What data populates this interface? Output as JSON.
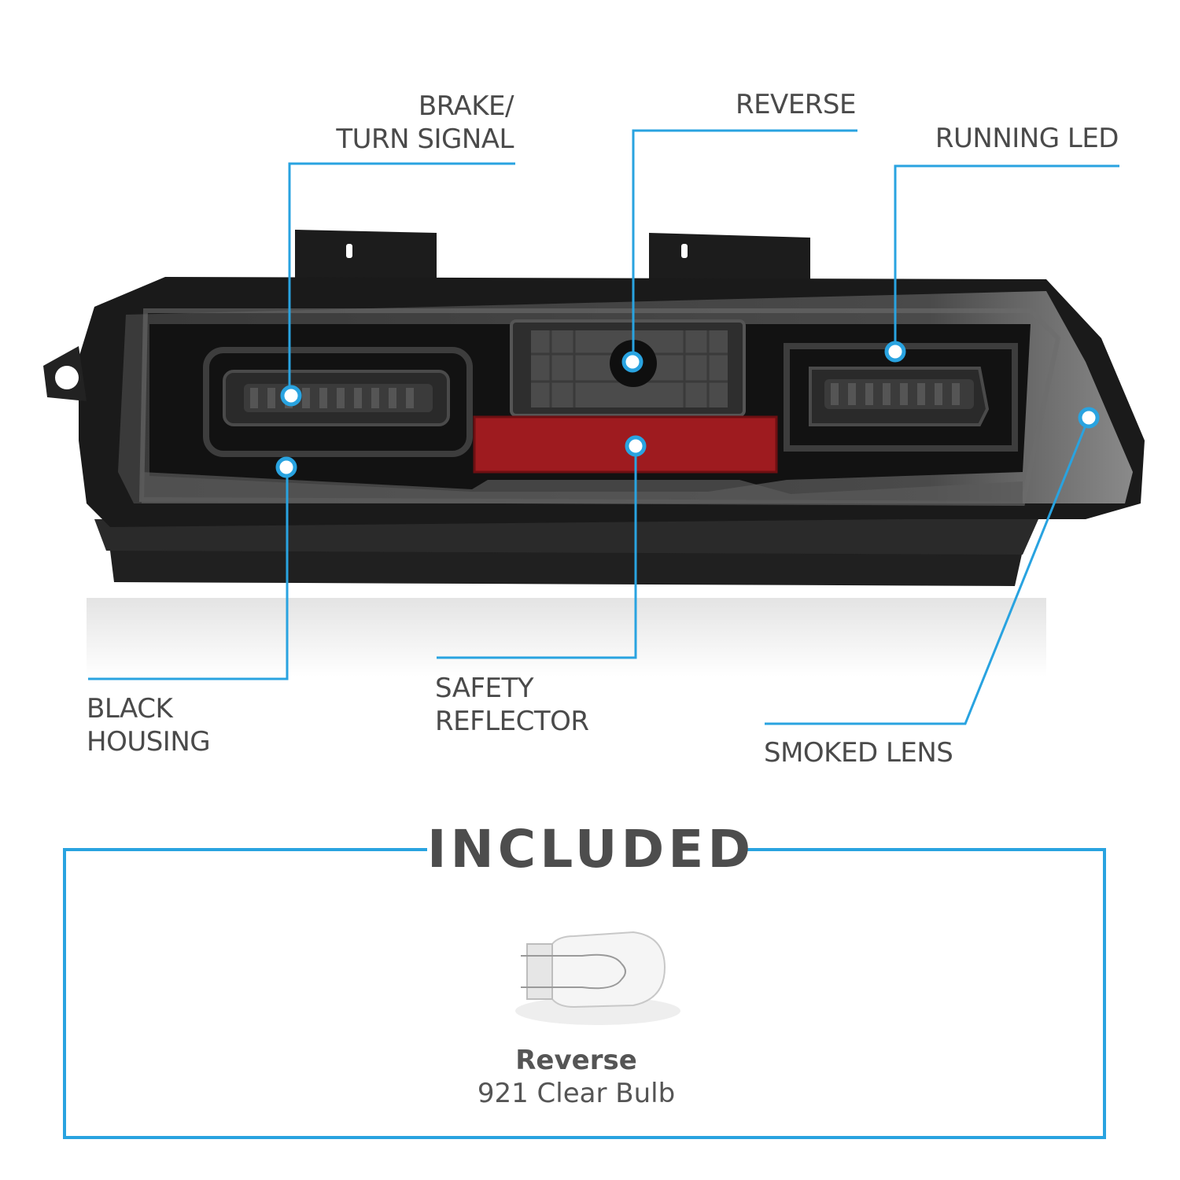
{
  "callouts": {
    "brake_turn": {
      "line1": "BRAKE/",
      "line2": "TURN SIGNAL"
    },
    "reverse": {
      "line1": "REVERSE"
    },
    "running_led": {
      "line1": "RUNNING LED"
    },
    "black_housing": {
      "line1": "BLACK",
      "line2": "HOUSING"
    },
    "safety_reflector": {
      "line1": "SAFETY",
      "line2": "REFLECTOR"
    },
    "smoked_lens": {
      "line1": "SMOKED LENS"
    }
  },
  "included": {
    "title": "INCLUDED",
    "items": [
      {
        "name": "Reverse",
        "description": "921 Clear Bulb",
        "icon": "bulb-icon"
      }
    ]
  },
  "colors": {
    "accent": "#29a3e0",
    "text": "#4a4a4a",
    "reflector": "#9e1b1f",
    "housing": "#1a1a1a"
  }
}
